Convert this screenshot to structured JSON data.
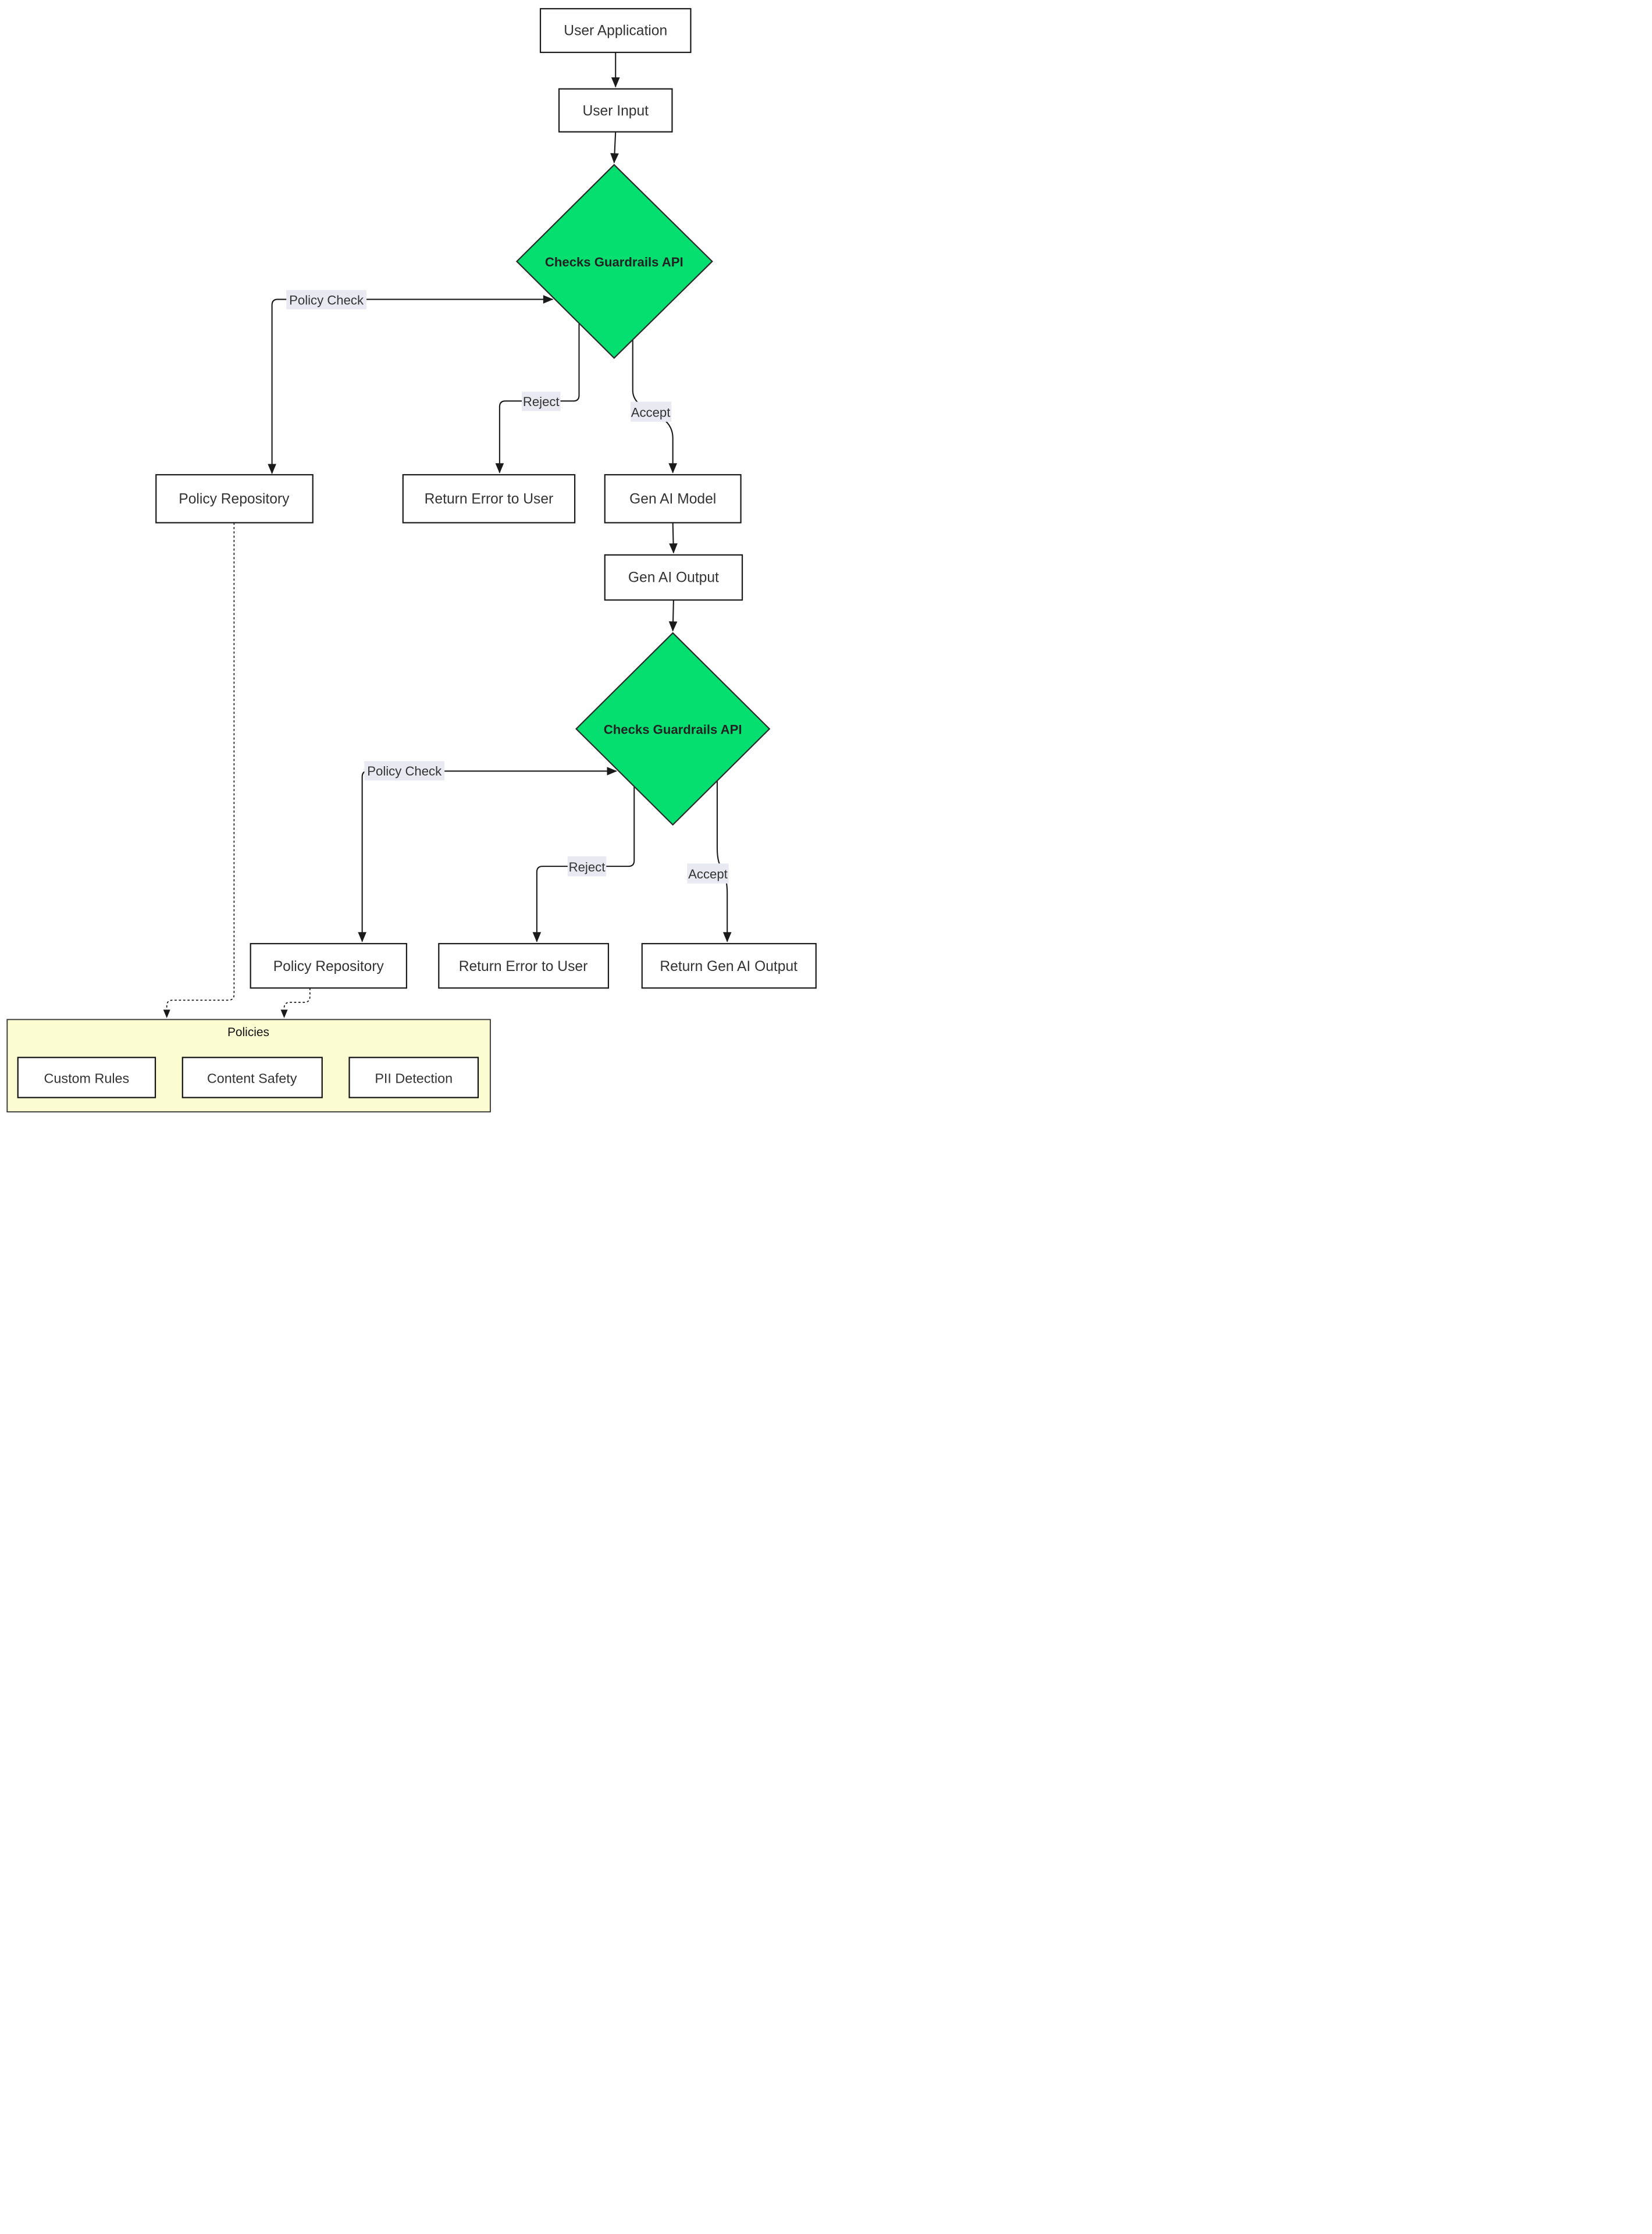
{
  "diagram": {
    "type": "flowchart",
    "nodes": {
      "user_application": {
        "label": "User Application",
        "shape": "rect"
      },
      "user_input": {
        "label": "User Input",
        "shape": "rect"
      },
      "input_guardrails_check": {
        "label": "Checks Guardrails API",
        "shape": "diamond"
      },
      "policy_repository_input": {
        "label": "Policy Repository",
        "shape": "rect"
      },
      "return_error_input": {
        "label": "Return Error to User",
        "shape": "rect"
      },
      "gen_ai_model": {
        "label": "Gen AI Model",
        "shape": "rect"
      },
      "gen_ai_output": {
        "label": "Gen AI Output",
        "shape": "rect"
      },
      "output_guardrails_check": {
        "label": "Checks Guardrails API",
        "shape": "diamond"
      },
      "policy_repository_output": {
        "label": "Policy Repository",
        "shape": "rect"
      },
      "return_error_output": {
        "label": "Return Error to User",
        "shape": "rect"
      },
      "return_gen_ai_output": {
        "label": "Return Gen AI Output",
        "shape": "rect"
      }
    },
    "group": {
      "title": "Policies",
      "children": {
        "custom_rules": {
          "label": "Custom Rules"
        },
        "content_safety": {
          "label": "Content Safety"
        },
        "pii_detection": {
          "label": "PII Detection"
        }
      }
    },
    "edges": {
      "policy_check_input": {
        "label": "Policy Check",
        "arrows": "both"
      },
      "reject_input": {
        "label": "Reject",
        "arrows": "end"
      },
      "accept_input": {
        "label": "Accept",
        "arrows": "end"
      },
      "policy_check_output": {
        "label": "Policy Check",
        "arrows": "both"
      },
      "reject_output": {
        "label": "Reject",
        "arrows": "end"
      },
      "accept_output": {
        "label": "Accept",
        "arrows": "end"
      }
    },
    "colors": {
      "decision_fill": "#04df70",
      "node_fill": "#ffffff",
      "edge_label_bg": "#e9e9f2",
      "group_fill": "#fcfcd2",
      "line": "#1a1a1a",
      "text": "#333333"
    }
  }
}
